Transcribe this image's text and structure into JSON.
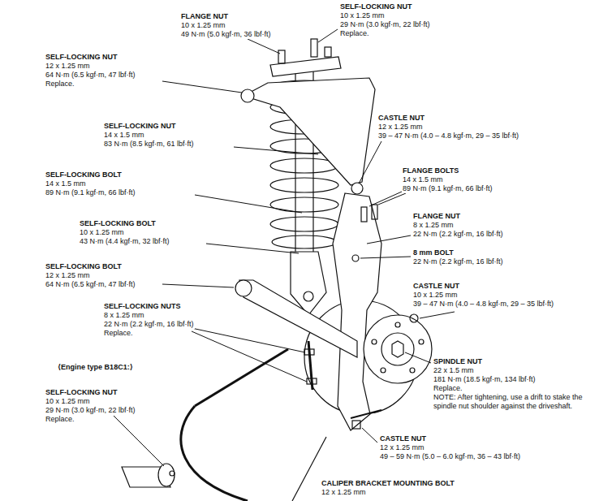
{
  "diagram": {
    "labels": [
      "FLANGE NUT",
      "10 x 1.25 mm",
      "49 N·m (5.0 kgf·m, 36 lbf·ft)",
      "SELF-LOCKING NUT",
      "10 x 1.25 mm",
      "29 N·m (3.0 kgf·m, 22 lbf·ft)",
      "Replace.",
      "SELF-LOCKING NUT",
      "12 x 1.25 mm",
      "64 N·m (6.5 kgf·m, 47 lbf·ft)",
      "Replace.",
      "SELF-LOCKING NUT",
      "14 x 1.5 mm",
      "83 N·m (8.5 kgf·m, 61 lbf·ft)",
      "CASTLE NUT",
      "12 x 1.25 mm",
      "39 – 47 N·m (4.0 – 4.8 kgf·m, 29 – 35 lbf·ft)",
      "SELF-LOCKING BOLT",
      "14 x 1.5 mm",
      "89 N·m (9.1 kgf·m, 66 lbf·ft)",
      "FLANGE BOLTS",
      "14 x 1.5 mm",
      "89 N·m (9.1 kgf·m, 66 lbf·ft)",
      "FLANGE NUT",
      "8 x 1.25 mm",
      "22 N·m (2.2 kgf·m, 16 lbf·ft)",
      "SELF-LOCKING BOLT",
      "10 x 1.25 mm",
      "43 N·m (4.4 kgf·m, 32 lbf·ft)",
      "8 mm BOLT",
      "22 N·m (2.2 kgf·m, 16 lbf·ft)",
      "SELF-LOCKING BOLT",
      "12 x 1.25 mm",
      "64 N·m (6.5 kgf·m, 47 lbf·ft)",
      "CASTLE NUT",
      "10 x 1.25 mm",
      "39 – 47 N·m (4.0 – 4.8 kgf·m, 29 – 35 lbf·ft)",
      "SELF-LOCKING NUTS",
      "8 x 1.25 mm",
      "22 N·m (2.2 kgf·m, 16 lbf·ft)",
      "Replace.",
      "⟨Engine type B18C1:⟩",
      "SPINDLE NUT",
      "22 x 1.5 mm",
      "181 N·m (18.5 kgf·m, 134 lbf·ft)",
      "Replace.",
      "NOTE: After tightening, use a drift to stake the spindle nut shoulder against the driveshaft.",
      "SELF-LOCKING NUT",
      "10 x 1.25 mm",
      "29 N·m (3.0 kgf·m, 22 lbf·ft)",
      "Replace.",
      "CASTLE NUT",
      "12 x 1.25 mm",
      "49 – 59 N·m (5.0 – 6.0 kgf·m, 36 – 43 lbf·ft)",
      "CALIPER BRACKET MOUNTING BOLT",
      "12 x 1.25 mm"
    ]
  }
}
